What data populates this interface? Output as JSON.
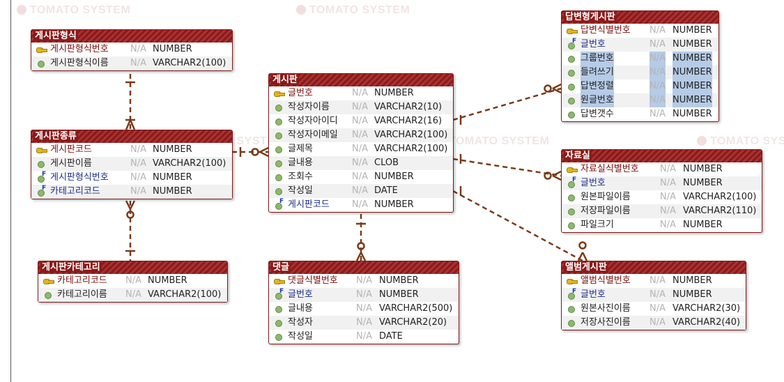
{
  "watermark_text": "TOMATO SYSTEM",
  "colors": {
    "title_bar": "#8a1a1a",
    "connector": "#7a3a1a",
    "pk_text": "#7a1010",
    "fk_text": "#1d2f8a",
    "highlight": "#b5cbe6"
  },
  "entities": {
    "form": {
      "title": "게시판형식",
      "columns": [
        {
          "kind": "pk",
          "name": "게시판형식번호",
          "null": "N/A",
          "type": "NUMBER"
        },
        {
          "kind": "attr",
          "name": "게시판형식이름",
          "null": "N/A",
          "type": "VARCHAR2(100)"
        }
      ]
    },
    "kind": {
      "title": "게시판종류",
      "columns": [
        {
          "kind": "pk",
          "name": "게시판코드",
          "null": "N/A",
          "type": "NUMBER"
        },
        {
          "kind": "attr",
          "name": "게시판이름",
          "null": "N/A",
          "type": "VARCHAR2(100)"
        },
        {
          "kind": "fk",
          "name": "게시판형식번호",
          "null": "N/A",
          "type": "NUMBER"
        },
        {
          "kind": "fk",
          "name": "카테고리코드",
          "null": "N/A",
          "type": "NUMBER"
        }
      ]
    },
    "category": {
      "title": "게시판카테고리",
      "columns": [
        {
          "kind": "pk",
          "name": "카테고리코드",
          "null": "N/A",
          "type": "NUMBER"
        },
        {
          "kind": "attr",
          "name": "카테고리이름",
          "null": "N/A",
          "type": "VARCHAR2(100)"
        }
      ]
    },
    "board": {
      "title": "게시판",
      "columns": [
        {
          "kind": "pk",
          "name": "글번호",
          "null": "N/A",
          "type": "NUMBER"
        },
        {
          "kind": "attr",
          "name": "작성자이름",
          "null": "N/A",
          "type": "VARCHAR2(10)"
        },
        {
          "kind": "attr",
          "name": "작성자아이디",
          "null": "N/A",
          "type": "VARCHAR2(16)"
        },
        {
          "kind": "attr",
          "name": "작성자이메일",
          "null": "N/A",
          "type": "VARCHAR2(100)"
        },
        {
          "kind": "attr",
          "name": "글제목",
          "null": "N/A",
          "type": "VARCHAR2(100)"
        },
        {
          "kind": "attr",
          "name": "글내용",
          "null": "N/A",
          "type": "CLOB"
        },
        {
          "kind": "attr",
          "name": "조회수",
          "null": "N/A",
          "type": "NUMBER"
        },
        {
          "kind": "attr",
          "name": "작성일",
          "null": "N/A",
          "type": "DATE"
        },
        {
          "kind": "fk",
          "name": "게시판코드",
          "null": "N/A",
          "type": "NUMBER"
        }
      ]
    },
    "comment": {
      "title": "댓글",
      "columns": [
        {
          "kind": "pk",
          "name": "댓글식별번호",
          "null": "N/A",
          "type": "NUMBER"
        },
        {
          "kind": "fk",
          "name": "글번호",
          "null": "N/A",
          "type": "NUMBER"
        },
        {
          "kind": "attr",
          "name": "글내용",
          "null": "N/A",
          "type": "VARCHAR2(500)"
        },
        {
          "kind": "attr",
          "name": "작성자",
          "null": "N/A",
          "type": "VARCHAR2(20)"
        },
        {
          "kind": "attr",
          "name": "작성일",
          "null": "N/A",
          "type": "DATE"
        }
      ]
    },
    "reply": {
      "title": "답변형게시판",
      "columns": [
        {
          "kind": "pk",
          "name": "답변식별번호",
          "null": "N/A",
          "type": "NUMBER"
        },
        {
          "kind": "fk",
          "name": "글번호",
          "null": "N/A",
          "type": "NUMBER"
        },
        {
          "kind": "attr",
          "name": "그룹번호",
          "null": "N/A",
          "type": "NUMBER",
          "selected": true
        },
        {
          "kind": "attr",
          "name": "들려쓰기",
          "null": "N/A",
          "type": "NUMBER",
          "selected": true
        },
        {
          "kind": "attr",
          "name": "답변정렬",
          "null": "N/A",
          "type": "NUMBER",
          "selected": true
        },
        {
          "kind": "attr",
          "name": "원글번호",
          "null": "N/A",
          "type": "NUMBER",
          "selected": true
        },
        {
          "kind": "attr",
          "name": "답변갯수",
          "null": "N/A",
          "type": "NUMBER",
          "selected": false
        }
      ]
    },
    "files": {
      "title": "자료실",
      "columns": [
        {
          "kind": "pk",
          "name": "자료실식별번호",
          "null": "N/A",
          "type": "NUMBER"
        },
        {
          "kind": "fk",
          "name": "글번호",
          "null": "N/A",
          "type": "NUMBER"
        },
        {
          "kind": "attr",
          "name": "원본파일이름",
          "null": "N/A",
          "type": "VARCHAR2(100)"
        },
        {
          "kind": "attr",
          "name": "저장파일이름",
          "null": "N/A",
          "type": "VARCHAR2(110)"
        },
        {
          "kind": "attr",
          "name": "파일크기",
          "null": "N/A",
          "type": "NUMBER"
        }
      ]
    },
    "album": {
      "title": "앨범게시판",
      "columns": [
        {
          "kind": "pk",
          "name": "앨범식별번호",
          "null": "N/A",
          "type": "NUMBER"
        },
        {
          "kind": "fk",
          "name": "글번호",
          "null": "N/A",
          "type": "NUMBER"
        },
        {
          "kind": "attr",
          "name": "원본사진이름",
          "null": "N/A",
          "type": "VARCHAR2(30)"
        },
        {
          "kind": "attr",
          "name": "저장사진이름",
          "null": "N/A",
          "type": "VARCHAR2(40)"
        }
      ]
    }
  },
  "relationships": [
    {
      "from": "form",
      "to": "kind",
      "parent_end": "one",
      "child_end": "one-or-many"
    },
    {
      "from": "category",
      "to": "kind",
      "parent_end": "one",
      "child_end": "zero-or-many"
    },
    {
      "from": "kind",
      "to": "board",
      "parent_end": "one",
      "child_end": "zero-or-many"
    },
    {
      "from": "board",
      "to": "comment",
      "parent_end": "one",
      "child_end": "zero-or-many"
    },
    {
      "from": "board",
      "to": "reply",
      "parent_end": "one",
      "child_end": "zero-or-many"
    },
    {
      "from": "board",
      "to": "files",
      "parent_end": "one",
      "child_end": "zero-or-many"
    },
    {
      "from": "board",
      "to": "album",
      "parent_end": "one",
      "child_end": "zero-or-many"
    }
  ]
}
